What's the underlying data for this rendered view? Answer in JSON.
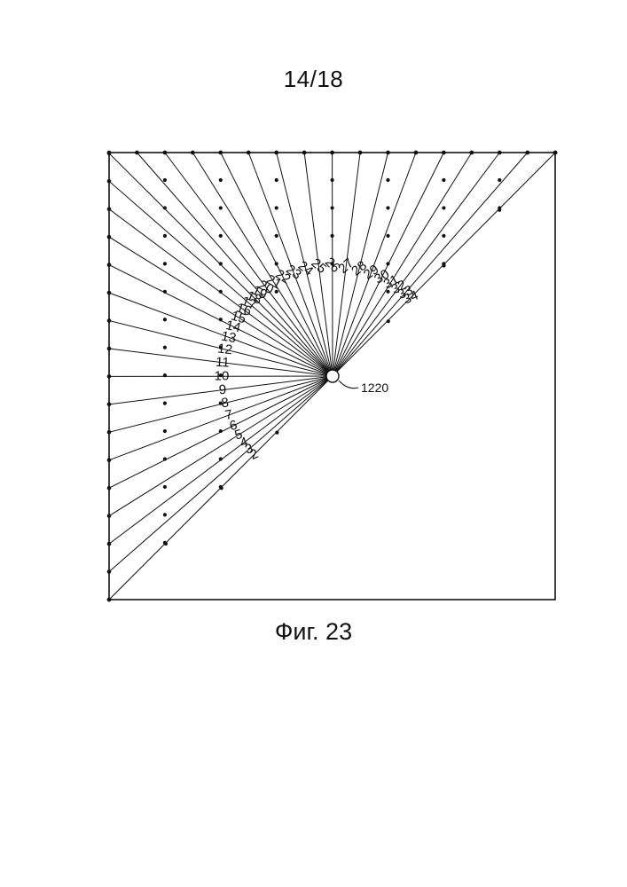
{
  "sheet_number": "14/18",
  "figure_caption": "Фиг. 23",
  "reference_label": "1220",
  "mode_labels": [
    "2",
    "3",
    "4",
    "5",
    "6",
    "7",
    "8",
    "9",
    "10",
    "11",
    "12",
    "13",
    "14",
    "15",
    "16",
    "17",
    "18",
    "19",
    "20",
    "21",
    "22",
    "23",
    "24",
    "25",
    "26",
    "27",
    "28",
    "29",
    "30",
    "31",
    "32",
    "33",
    "34"
  ]
}
